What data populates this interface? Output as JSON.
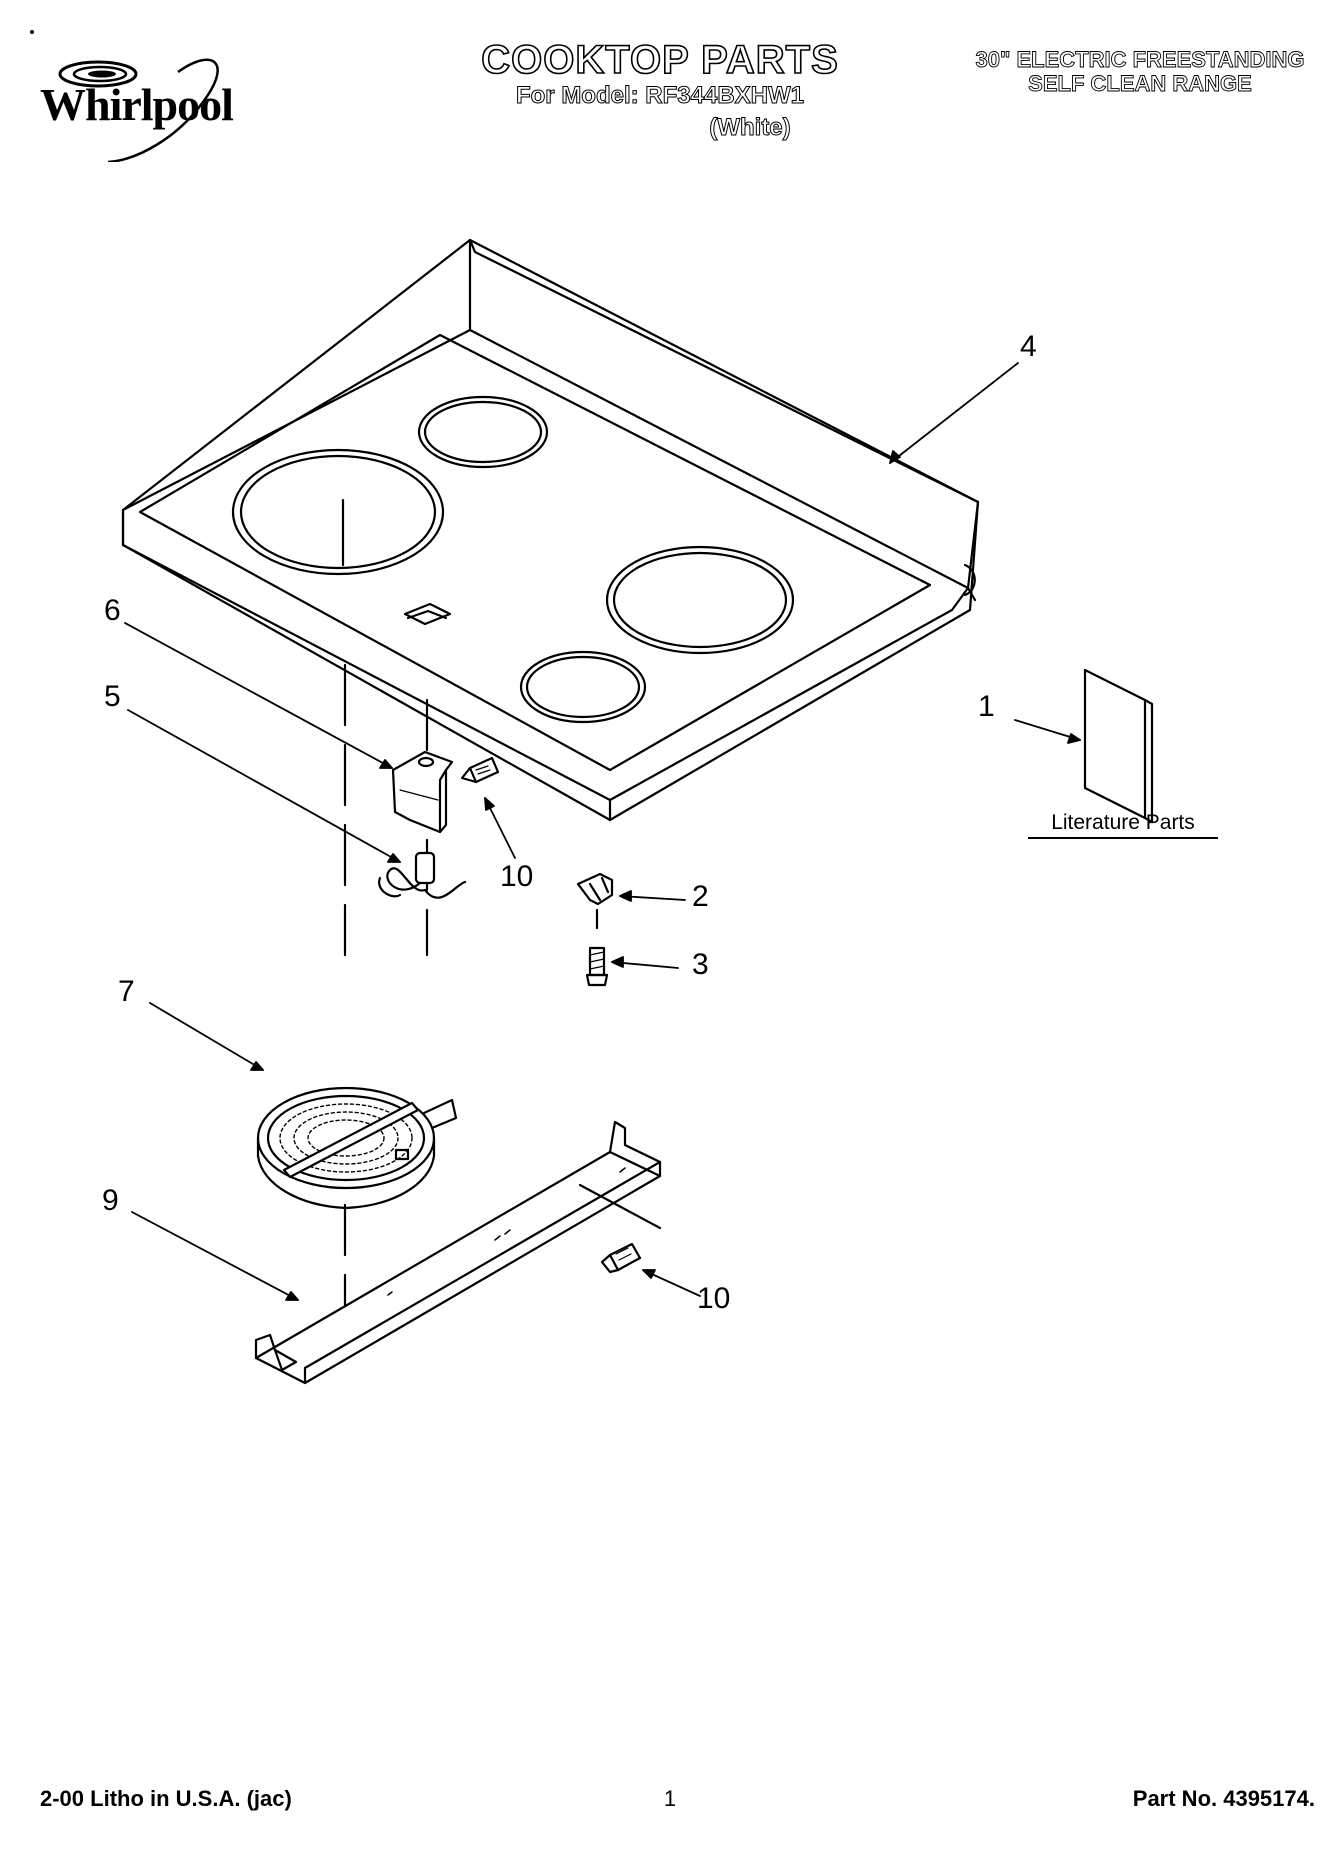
{
  "header": {
    "brand": "Whirlpool",
    "title": "COOKTOP PARTS",
    "model_line": "For Model: RF344BXHW1",
    "variant": "(White)",
    "range_line_1": "30\" ELECTRIC FREESTANDING",
    "range_line_2": "SELF CLEAN RANGE"
  },
  "callouts": [
    "4",
    "6",
    "5",
    "10",
    "1",
    "2",
    "3",
    "7",
    "9",
    "10"
  ],
  "literature_label": "Literature Parts",
  "footer": {
    "left": "2-00 Litho in U.S.A. (jac)",
    "center": "1",
    "right": "Part No. 4395174."
  }
}
